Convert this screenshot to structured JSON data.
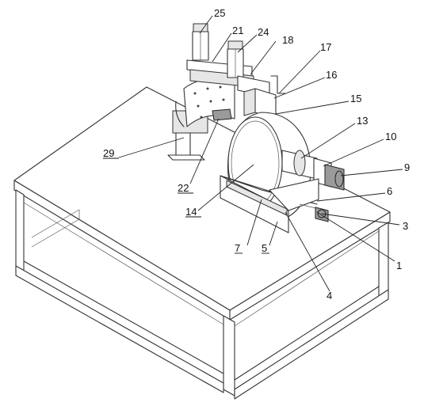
{
  "labels": {
    "l25": "25",
    "l21": "21",
    "l24": "24",
    "l18": "18",
    "l17": "17",
    "l16": "16",
    "l15": "15",
    "l13": "13",
    "l10": "10",
    "l9": "9",
    "l29": "29",
    "l6": "6",
    "l22": "22",
    "l3": "3",
    "l14": "14",
    "l1": "1",
    "l7": "7",
    "l5": "5",
    "l4": "4"
  }
}
